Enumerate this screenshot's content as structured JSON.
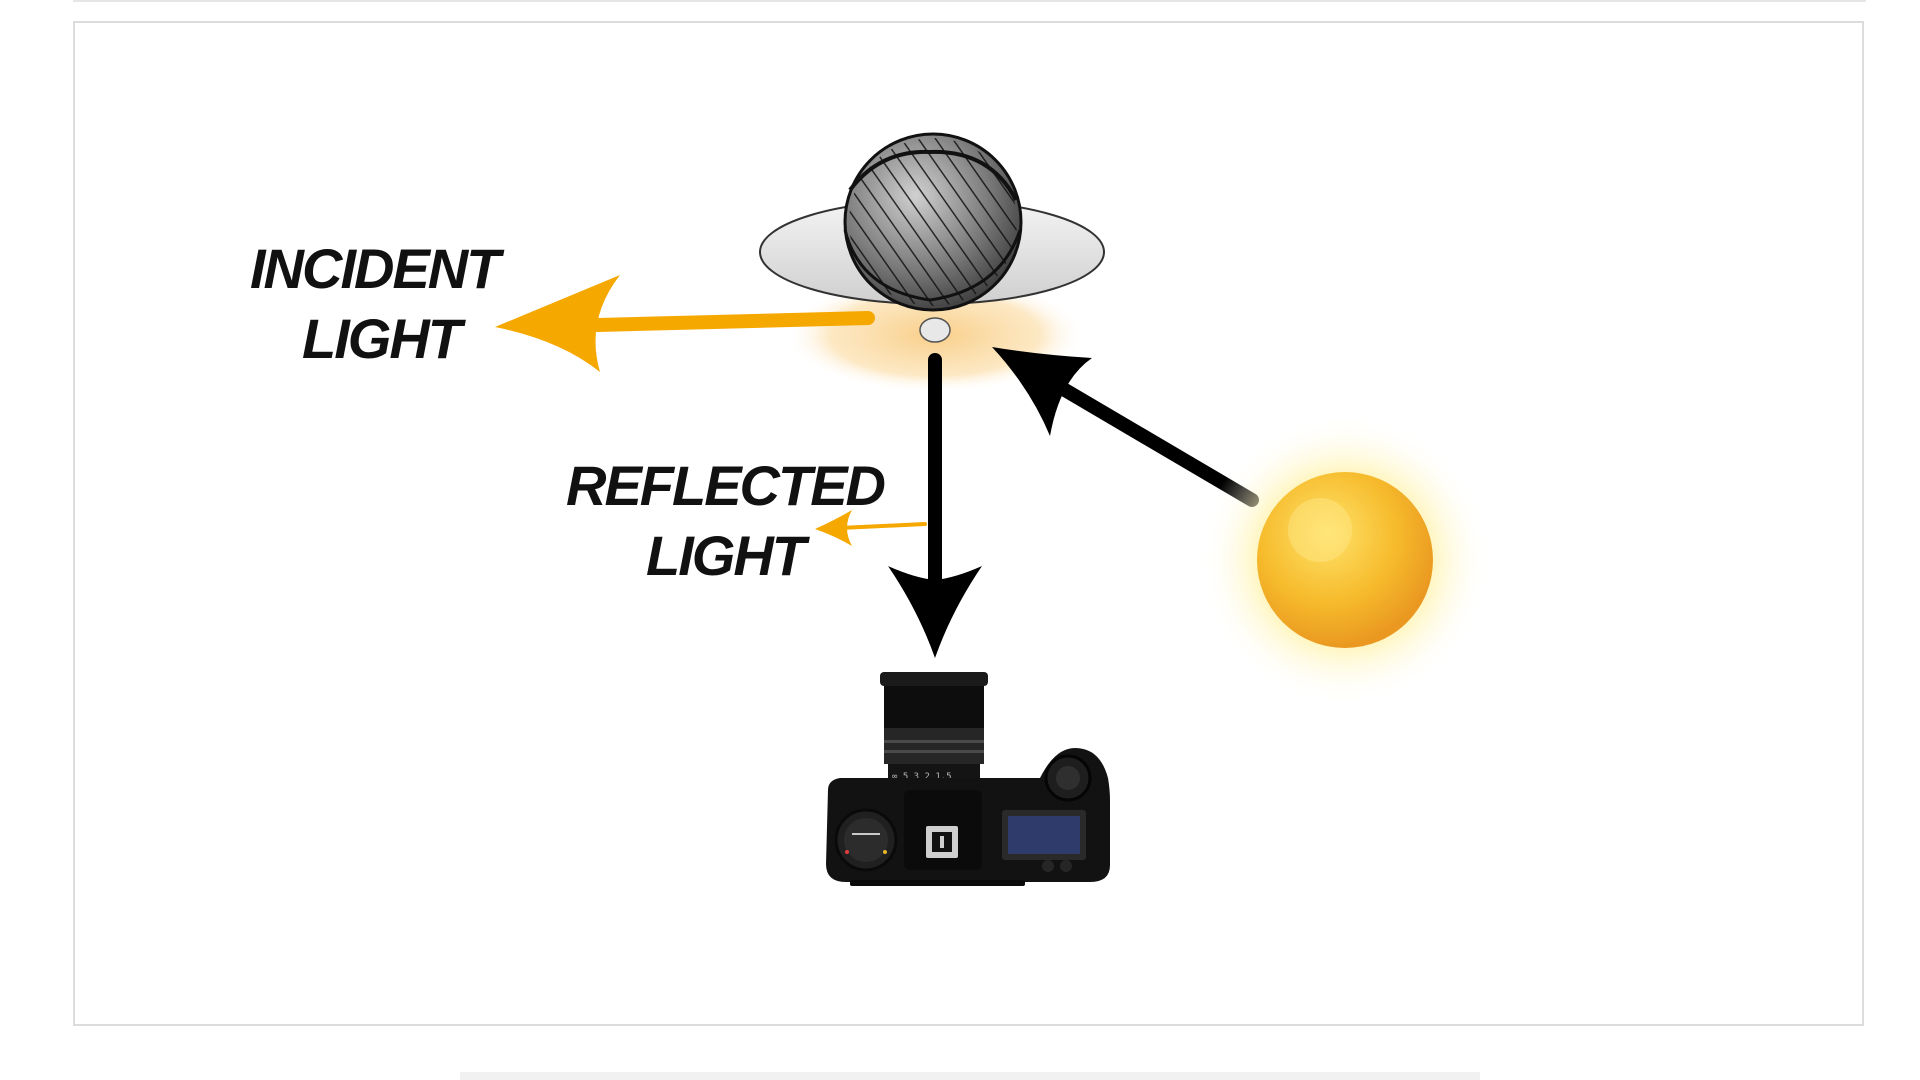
{
  "labels": {
    "incident_line1": "INCIDENT",
    "incident_line2": "LIGHT",
    "reflected_line1": "REFLECTED",
    "reflected_line2": "LIGHT"
  },
  "icons": {
    "subject": "person-top-view-icon",
    "sun": "sun-icon",
    "camera": "camera-icon"
  },
  "colors": {
    "incident_arrow": "#f5a800",
    "reflected_arrow": "#f5a800",
    "light_path_arrow": "#000000",
    "sun_core": "#f6c02a",
    "sun_glow": "#fff3b0"
  }
}
